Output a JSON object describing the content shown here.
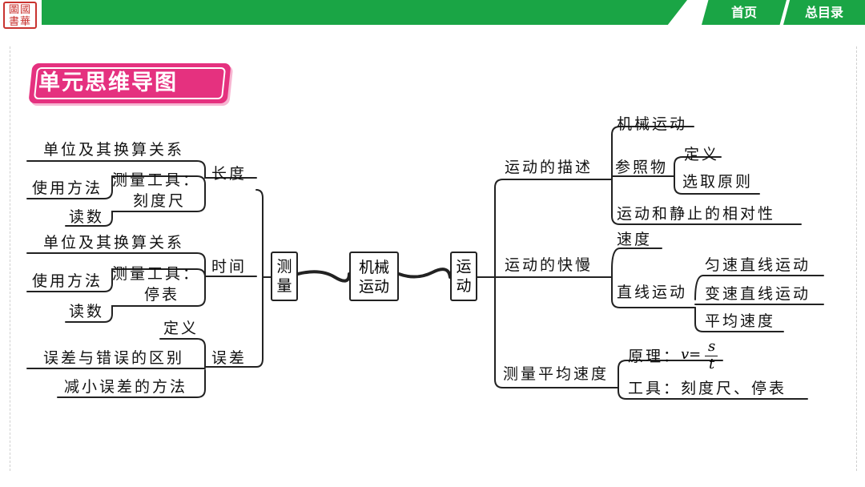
{
  "header": {
    "logo_text": "圖國\n書華",
    "nav": [
      {
        "label": "首页"
      },
      {
        "label": "总目录"
      }
    ]
  },
  "title": "单元思维导图",
  "colors": {
    "green": "#1aa545",
    "pink": "#e5317f",
    "line": "#222222"
  },
  "mindmap": {
    "center": "机械运动",
    "left_root": "测量",
    "right_root": "运动",
    "left": {
      "length": {
        "label": "长度",
        "unit": "单位及其换算关系",
        "tool_l1": "测量工具：",
        "tool_l2": "刻度尺",
        "use": "使用方法",
        "read": "读数"
      },
      "time": {
        "label": "时间",
        "unit": "单位及其换算关系",
        "tool_l1": "测量工具：",
        "tool_l2": "停表",
        "use": "使用方法",
        "read": "读数"
      },
      "error": {
        "label": "误差",
        "def": "定义",
        "diff": "误差与错误的区别",
        "reduce": "减小误差的方法"
      }
    },
    "right": {
      "desc": {
        "label": "运动的描述",
        "mech": "机械运动",
        "ref": "参照物",
        "def": "定义",
        "choose": "选取原则",
        "rel": "运动和静止的相对性"
      },
      "speed": {
        "label": "运动的快慢",
        "v": "速度",
        "line": "直线运动",
        "uniform": "匀速直线运动",
        "variable": "变速直线运动",
        "avg": "平均速度"
      },
      "measure": {
        "label": "测量平均速度",
        "principle": "原理：",
        "formula_v": "v=",
        "formula_num": "s",
        "formula_den": "t",
        "tools": "工具：刻度尺、停表"
      }
    }
  }
}
